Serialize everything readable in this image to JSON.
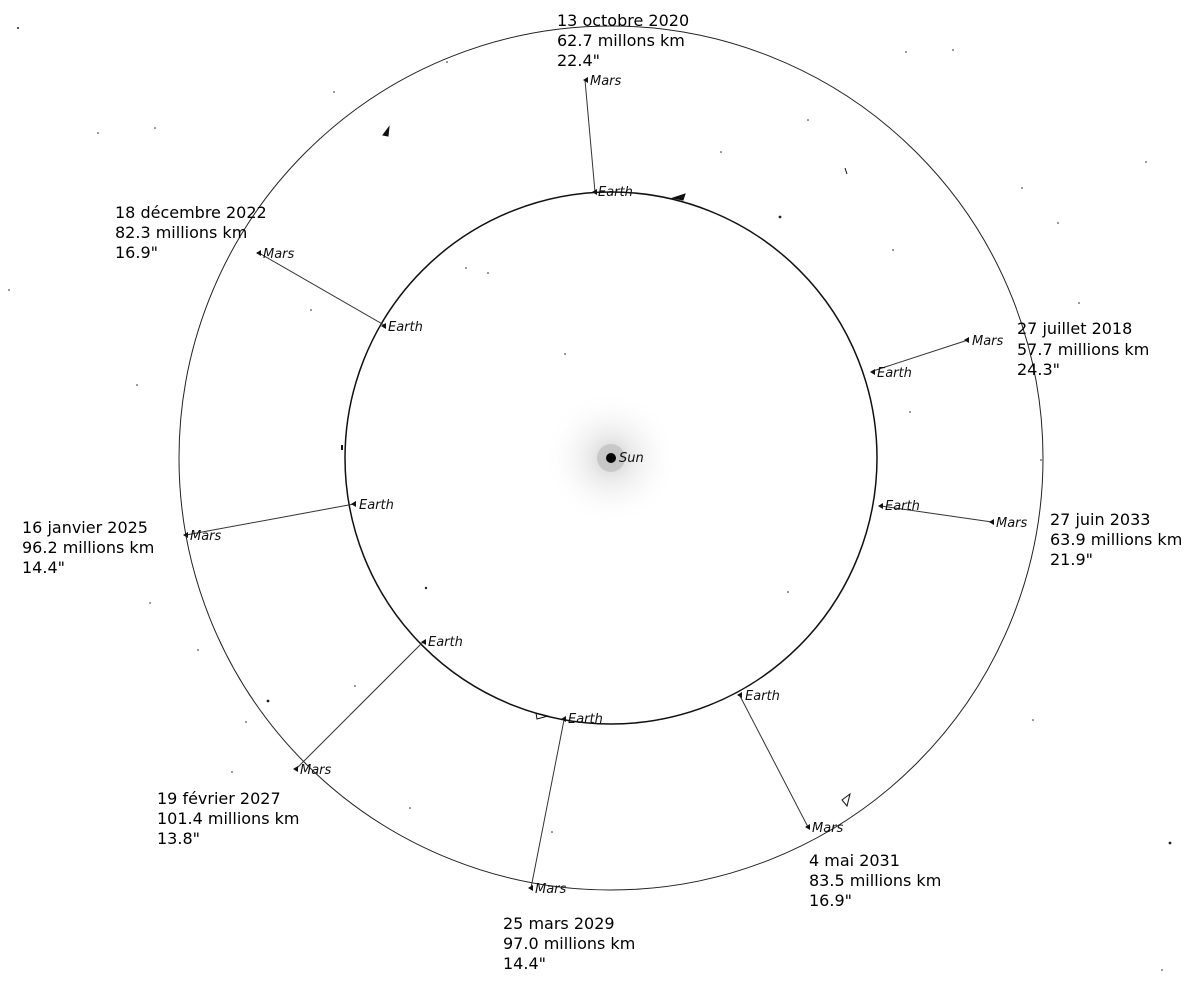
{
  "sun": {
    "label": "Sun"
  },
  "body_labels": {
    "earth": "Earth",
    "mars": "Mars"
  },
  "oppositions": [
    {
      "date": "13 octobre 2020",
      "distance": "62.7 millons km",
      "size": "22.4\""
    },
    {
      "date": "18 décembre 2022",
      "distance": "82.3 millions km",
      "size": "16.9\""
    },
    {
      "date": "27 juillet 2018",
      "distance": "57.7 millions km",
      "size": "24.3\""
    },
    {
      "date": "16 janvier 2025",
      "distance": "96.2 millions km",
      "size": "14.4\""
    },
    {
      "date": "27 juin 2033",
      "distance": "63.9 millions km",
      "size": "21.9\""
    },
    {
      "date": "19 février 2027",
      "distance": "101.4 millions km",
      "size": "13.8\""
    },
    {
      "date": "4 mai 2031",
      "distance": "83.5 millions km",
      "size": "16.9\""
    },
    {
      "date": "25 mars 2029",
      "distance": "97.0 millions km",
      "size": "14.4\""
    }
  ]
}
